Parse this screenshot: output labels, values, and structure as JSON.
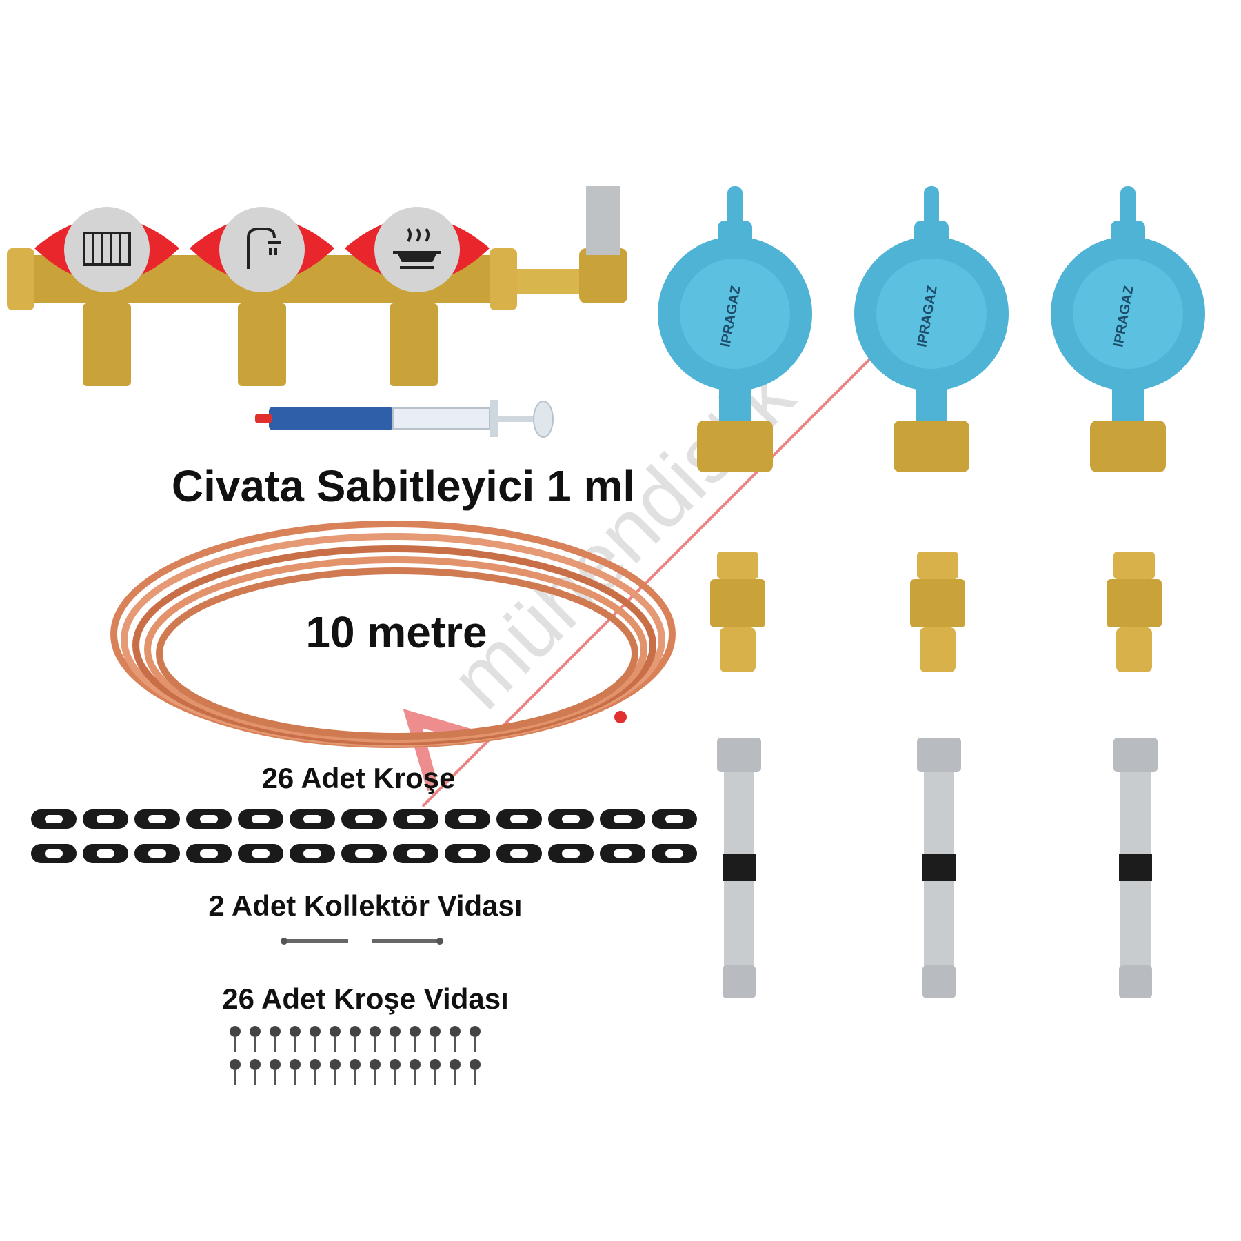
{
  "labels": {
    "thread_locker": "Civata Sabitleyici 1 ml",
    "pipe_length": "10 metre",
    "clips": "26 Adet Kroşe",
    "collector_screws": "2 Adet Kollektör Vidası",
    "clip_screws": "26 Adet Kroşe Vidası"
  },
  "watermark": {
    "text": "mühendistik",
    "color": "#d0d0d0",
    "accent": "#e03030"
  },
  "colors": {
    "valve_red": "#e8262b",
    "brass": "#c9a33a",
    "regulator_blue": "#4fb3d6",
    "copper": "#d9825a",
    "clip_black": "#1a1a1a",
    "steel": "#b8bcc0"
  },
  "valve_icons": [
    "radiator-icon",
    "shower-icon",
    "cooktop-icon"
  ],
  "regulator_branding": "IPRAGAZ",
  "counts": {
    "clips": 26,
    "collector_screws": 2,
    "clip_screws": 26,
    "regulators": 3,
    "adapters": 3,
    "hoses": 3,
    "valves": 3
  }
}
